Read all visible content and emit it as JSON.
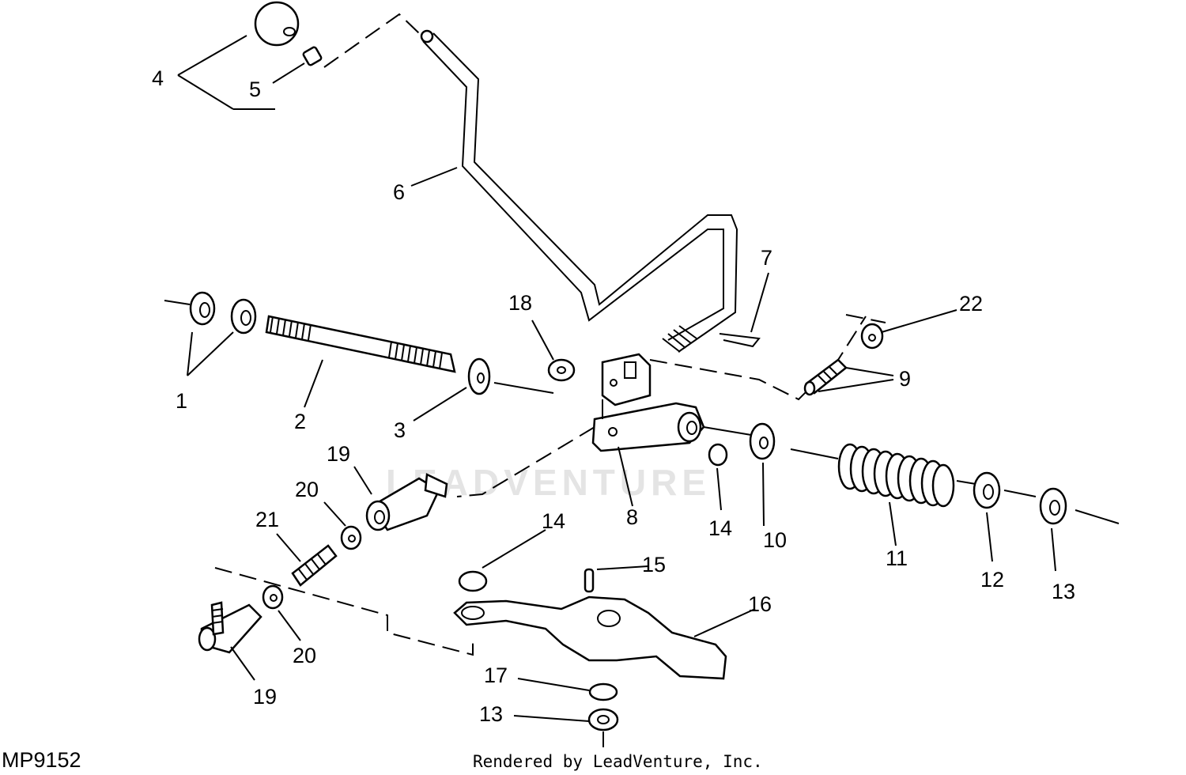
{
  "diagram": {
    "drawing_code": "MP9152",
    "credit": "Rendered by LeadVenture, Inc.",
    "watermark": "LEADVENTURE",
    "callouts": {
      "c1": "1",
      "c2": "2",
      "c3": "3",
      "c4": "4",
      "c5": "5",
      "c6": "6",
      "c7": "7",
      "c8": "8",
      "c9": "9",
      "c10": "10",
      "c11": "11",
      "c12": "12",
      "c13a": "13",
      "c13b": "13",
      "c14a": "14",
      "c14b": "14",
      "c15": "15",
      "c16": "16",
      "c17": "17",
      "c18": "18",
      "c19a": "19",
      "c19b": "19",
      "c20a": "20",
      "c20b": "20",
      "c21": "21",
      "c22": "22"
    }
  }
}
